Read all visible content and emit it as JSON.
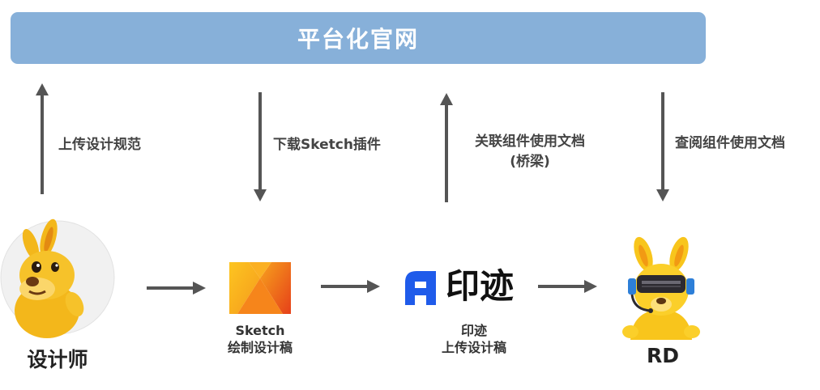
{
  "banner": {
    "title": "平台化官网"
  },
  "flows": [
    {
      "label": "上传设计规范",
      "direction": "up"
    },
    {
      "label": "下载Sketch插件",
      "direction": "down"
    },
    {
      "label": "关联组件使用文档",
      "sublabel": "(桥梁)",
      "direction": "up"
    },
    {
      "label": "查阅组件使用文档",
      "direction": "down"
    }
  ],
  "nodes": {
    "designer": {
      "label": "设计师",
      "icon": "kangaroo-mascot-icon"
    },
    "sketch": {
      "line1": "Sketch",
      "line2": "绘制设计稿",
      "icon": "sketch-logo-icon"
    },
    "yinji": {
      "logo_text": "印迹",
      "line1": "印迹",
      "line2": "上传设计稿",
      "icon": "yinji-logo-icon"
    },
    "rd": {
      "label": "RD",
      "icon": "robot-kangaroo-mascot-icon"
    }
  },
  "colors": {
    "banner": "#87b0d9",
    "arrow": "#555555",
    "yinji_blue": "#1f5bea"
  }
}
